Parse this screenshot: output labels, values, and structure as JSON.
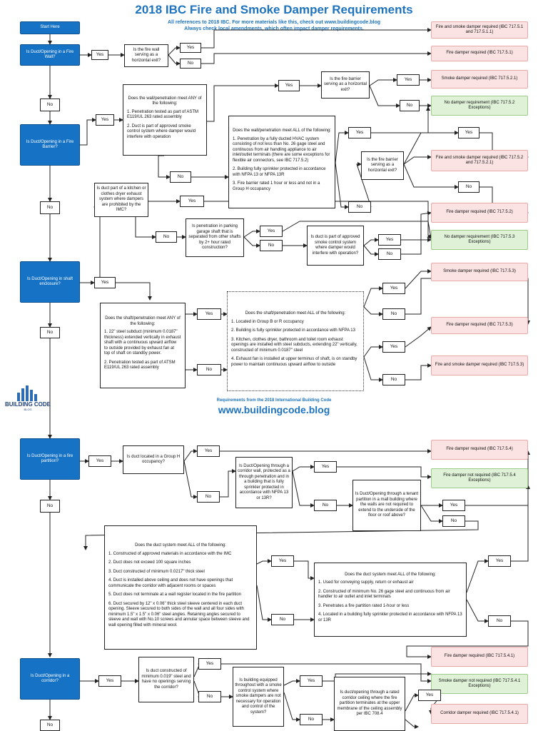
{
  "header": {
    "title": "2018 IBC Fire and Smoke Damper Requirements",
    "sub1": "All references to 2018 IBC. For more materials like this, check out www.buildingcode.blog",
    "sub2": "Always check local amendments, which often impact damper requirements."
  },
  "yes": "Yes",
  "no": "No",
  "start": "Start Here",
  "q_fire_wall": "Is Duct/Opening in a Fire Wall?",
  "q_horiz_exit_fw": "Is the fire wall serving as a horizontal exit?",
  "q_fire_barrier": "Is Duct/Opening in a Fire Barrier?",
  "q_horiz_exit_fb": "Is the fire barrier serving as a horizontal exit?",
  "q_horiz_exit_fb2": "Is the fire barrier serving as a horizontal exit?",
  "any_fb": {
    "hd": "Does the wall/penetration meet ANY of the following:",
    "i1": "1. Penetration tested as part of ASTM E119/UL 263 rated assembly",
    "i2": "2. Duct is part of approved smoke control system where damper would interfere with operation"
  },
  "all_fb": {
    "hd": "Does the wall/penetration meet ALL of the following:",
    "i1": "1. Penetration by a fully ducted HVAC system consisting of not less than No. 26 gage steel and continuous from air handling appliance to air inlet/outlet terminals (there are some exceptions for flexible air connectors, see IBC 717.5.2)",
    "i2": "2. Building fully sprinkler protected in accordance with NFPA 13 or NFPA 13R",
    "i3": "3. Fire barrier rated 1 hour or less and not in a Group H occupancy"
  },
  "q_kitchen": "Is duct part of a kitchen or clothes dryer exhaust system where dampers are prohibited by the IMC?",
  "q_parking": "Is penetration in parking garage shaft that is separated from other shafts by 2+ hour rated construction?",
  "q_smoke_ctrl": "Is duct is part of approved smoke control system where damper would interfere with operation?",
  "q_shaft": "Is Duct/Opening in shaft enclosure?",
  "any_shaft": {
    "hd": "Does the shaft/penetration meet ANY of the following:",
    "i1": "1. 22\" steel subduct (minimum 0.0187\" thickness) extended vertically in exhaust shaft with a continuous upward airflow to outside provided by exhaust fan at top of shaft on standby power.",
    "i2": "2. Penetration tested as part of ATSM E119/UL 263 rated assembly"
  },
  "all_shaft": {
    "hd": "Does the shaft/penetration meet ALL of the following:",
    "i1": "1. Located in Group B or R occupancy",
    "i2": "2. Building is fully sprinkler protected in accordance with NFPA 13",
    "i3": "3. Kitchen, clothes dryer, bathroom and toilet room exhaust openings are installed with steel subducts, extending 22\" vertically, constructed of minimum 0.0187\" steel",
    "i4": "4. Exhaust fan is installed at upper terminus of shaft, is on standby power to maintain continuous upward airflow to outside"
  },
  "q_partition": "Is Duct/Opening in a fire partition?",
  "q_group_h": "Is duct located in a Group H occupancy?",
  "q_corridor_wall": "Is Duct/Opening through a corridor wall, protected as a through penetration and in a building that is fully sprinkler protected in accordance with NFPA 13 or 13R?",
  "q_tenant": "Is Duct/Opening through a tenant partition in a mall building where the walls are not required to extend to the underside of the floor or roof above?",
  "all_partition": {
    "hd": "Does the duct system meet ALL of the following:",
    "i1": "1. Constructed of approved materials in accordance with the IMC",
    "i2": "2. Duct does not exceed 100 square inches",
    "i3": "3. Duct constructed of minimum 0.0217\" thick steel",
    "i4": "4. Duct is installed above ceiling and does not have openings that communicate the corridor with adjacent rooms or spaces",
    "i5": "5. Duct does not terminate at a wall register located in the fire partition",
    "i6": "6. Duct secured by 12\" x 0.06\" thick steel sleeve centered in each duct opening. Sleeve secured to both sides of the wall and all four sides with minimum 1.5\" x 1.5\" x 0.06\" steel angles. Retaining angles secured to sleeve and wall with No.10 screws and annular space between sleeve and wall opening filled with mineral wool."
  },
  "all_partition2": {
    "hd": "Does the duct system meet ALL of the following:",
    "i1": "1. Used for conveying supply, return or exhaust air",
    "i2": "2. Constructed of minimum No. 26 gage steel and continuous from air handler to air outlet and inlet terminals",
    "i3": "3. Penetrates a fire partition rated 1-hour or less",
    "i4": "4. Located in a building fully sprinkler protected in accordance with NFPA 13 or 13R"
  },
  "q_corridor": "Is Duct/Opening in a corridor?",
  "q_steel019": "Is duct constructed of minimum 0.019\" steel and have no openings serving the corridor?",
  "q_smoke_sys": "Is building equipped throughout with a smoke control system where smoke dampers are not necessary for operation and control of the system?",
  "q_rated_ceiling": "Is duct/opening through a rated corridor ceiling where the fire partition terminates at the upper membrane of the ceiling assembly per IBC 708.4",
  "r1": "Fire and smoke damper required (IBC 717.5.1 and 717.5.1.1)",
  "r2": "Fire damper required (IBC 717.5.1)",
  "r3": "Smoke damper required (IBC 717.5.2.1)",
  "r4": "No damper requirement (IBC 717.5.2 Exceptions)",
  "r5": "Fire and smoke damper required (IBC 717.5.2 and 717.5.2.1)",
  "r6": "Fire damper required (IBC 717.5.2)",
  "r7": "No damper requirement (IBC 717.5.3 Exceptions)",
  "r8": "Smoke damper required (IBC 717.5.3)",
  "r9": "Fire damper required (IBC 717.5.3)",
  "r10": "Fire and smoke damper required (IBC 717.5.3)",
  "r11": "Fire damper required (IBC 717.5.4)",
  "r12": "Fire damper not required (IBC 717.5.4 Exceptions)",
  "r13": "Fire damper required (IBC 717.5.4.1)",
  "r14": "Smoke damper not required (IBC 717.5.4.1 Exceptions)",
  "r15": "Corridor damper required (IBC 717.5.4.1)",
  "logo": {
    "text": "BUILDING CODE",
    "small": "BLOG"
  },
  "footer": {
    "req": "Requirements from the 2018 International Building Code",
    "site": "www.buildingcode.blog"
  },
  "colors": {
    "blue": "#1672c4",
    "red_fill": "#fbe3e3",
    "green_fill": "#dff2d8",
    "title": "#1e73be"
  }
}
